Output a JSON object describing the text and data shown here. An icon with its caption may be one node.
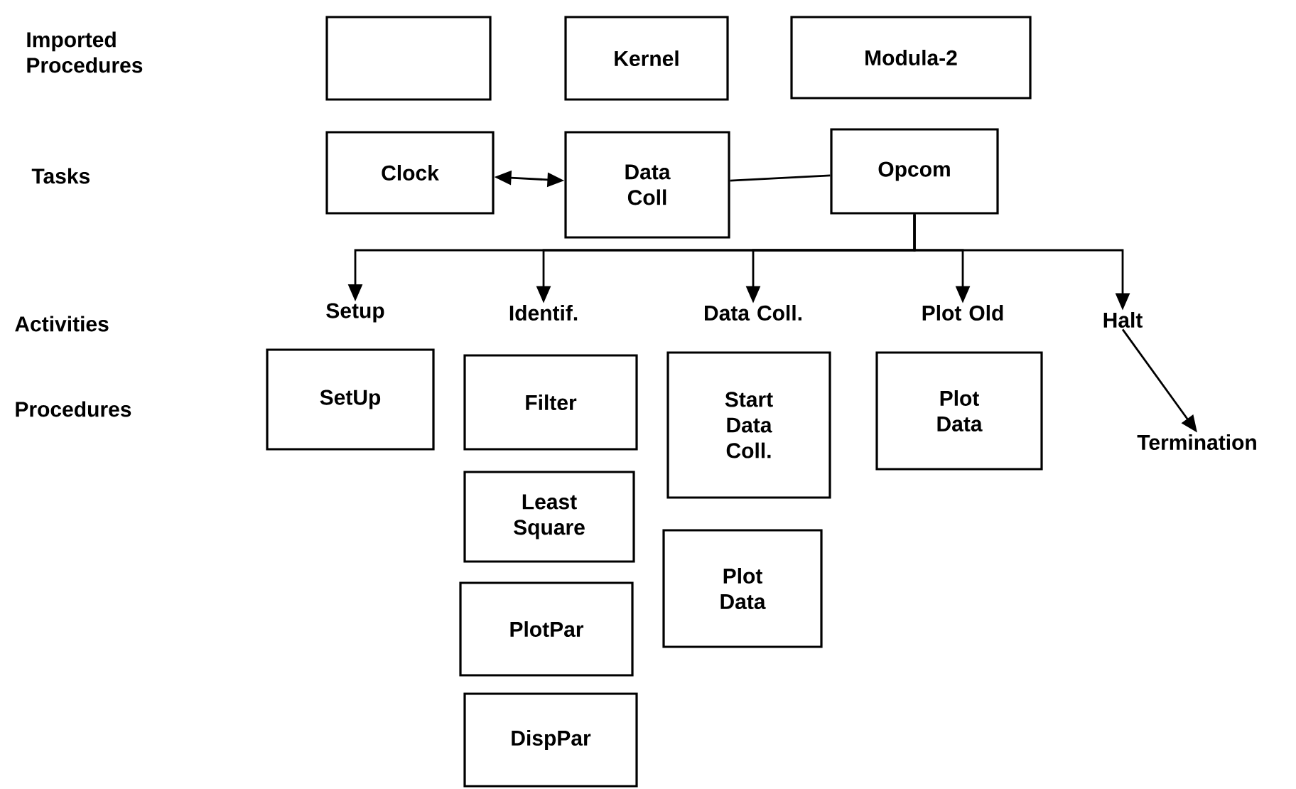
{
  "diagram": {
    "nodes": [
      {
        "text": [],
        "shape": "box"
      },
      {
        "text": [
          "Kernel"
        ]
      },
      {
        "text": [
          "Modula-2"
        ]
      },
      {
        "text": [
          "Clock"
        ]
      },
      {
        "text": [
          "Data Coll"
        ]
      },
      {
        "text": [
          "Opcom"
        ]
      },
      {
        "text": [
          "Setup"
        ]
      },
      {
        "text": [
          "Identif."
        ]
      },
      {
        "text": [
          "Data Coll."
        ]
      },
      {
        "text": [
          "Plot Old"
        ]
      },
      {
        "text": [
          "Halt"
        ]
      },
      {
        "text": [
          "Termination"
        ]
      },
      {
        "text": [
          "SetUp"
        ]
      },
      {
        "text": [
          "Filter"
        ]
      },
      {
        "text": [
          "Start Data Coll."
        ]
      },
      {
        "text": [
          "Plot Data"
        ]
      },
      {
        "text": [
          "Least Square"
        ]
      },
      {
        "text": [
          "PlotPar"
        ]
      },
      {
        "text": [
          "DispPar"
        ]
      },
      {
        "text": [
          "Plot Data"
        ]
      }
    ],
    "edges": [
      {
        "from": 3,
        "to": 4,
        "arrow": "both"
      },
      {
        "from": 4,
        "to": 5,
        "arrow": "none"
      },
      {
        "from": 5,
        "to": 6,
        "arrow": "to"
      },
      {
        "from": 5,
        "to": 7,
        "arrow": "to"
      },
      {
        "from": 5,
        "to": 8,
        "arrow": "to"
      },
      {
        "from": 5,
        "to": 9,
        "arrow": "to"
      },
      {
        "from": 5,
        "to": 10,
        "arrow": "to"
      },
      {
        "from": 10,
        "to": 11,
        "arrow": "to"
      }
    ],
    "labels": [
      "Imported Procedures",
      "Tasks",
      "Activities",
      "Procedures"
    ]
  }
}
